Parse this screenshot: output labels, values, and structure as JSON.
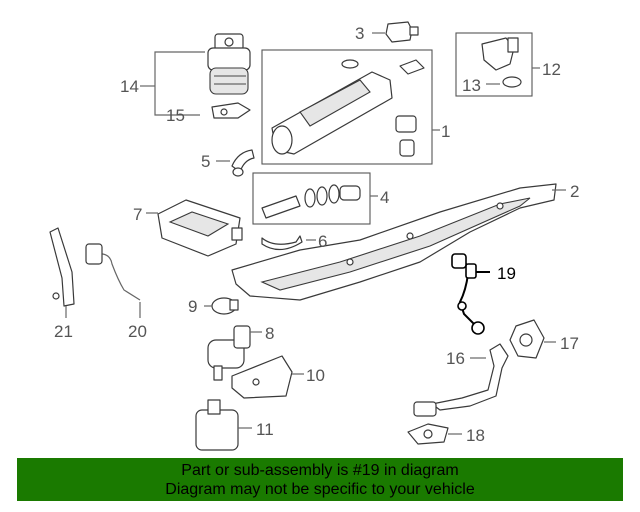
{
  "banner": {
    "line1": "Part or sub-assembly is #19 in diagram",
    "line2": "Diagram may not be specific to your vehicle",
    "background": "#1a7a00",
    "text_color": "#000000"
  },
  "callouts": {
    "c1": "1",
    "c2": "2",
    "c3": "3",
    "c4": "4",
    "c5": "5",
    "c6": "6",
    "c7": "7",
    "c8": "8",
    "c9": "9",
    "c10": "10",
    "c11": "11",
    "c12": "12",
    "c13": "13",
    "c14": "14",
    "c15": "15",
    "c16": "16",
    "c17": "17",
    "c18": "18",
    "c19": "19",
    "c20": "20",
    "c21": "21"
  },
  "highlight": {
    "part": "19",
    "color": "#000000"
  }
}
